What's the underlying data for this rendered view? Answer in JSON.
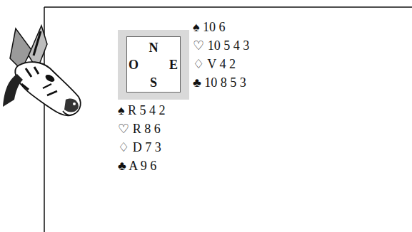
{
  "diagram": {
    "nodes": [
      {
        "text": [
          "N",
          "O",
          "E",
          "S"
        ]
      }
    ],
    "labels": [
      "♠ 10 6",
      "♡ 10 5 4 3",
      "♢ V 4 2",
      "♣ 10 8 5 3",
      "♠ R 5 4 2",
      "♡ R 8 6",
      "♢ D 7 3",
      "♣ A 9 6"
    ]
  }
}
